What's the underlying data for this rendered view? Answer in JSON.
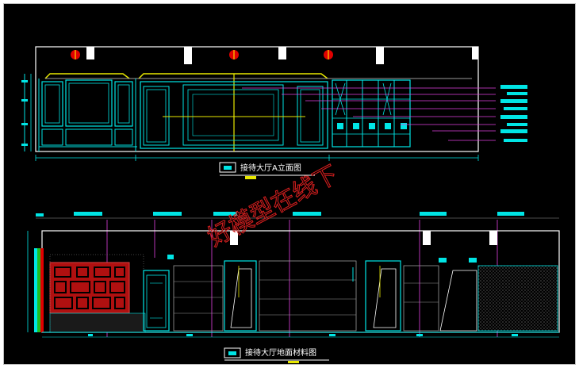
{
  "drawing_titles": {
    "top_elevation": "接待大厅A立面图",
    "bottom_elevation": "接待大厅地面材料图"
  },
  "watermark": "好模型在线下",
  "colors": {
    "background": "#000000",
    "cyan": "#00e5e5",
    "magenta": "#e040e0",
    "yellow": "#e8e800",
    "red": "#e00000",
    "green": "#20c020",
    "white": "#ffffff",
    "grey": "#9a9a9a"
  },
  "icons": [
    "lamp-icon",
    "title-marker-icon"
  ]
}
